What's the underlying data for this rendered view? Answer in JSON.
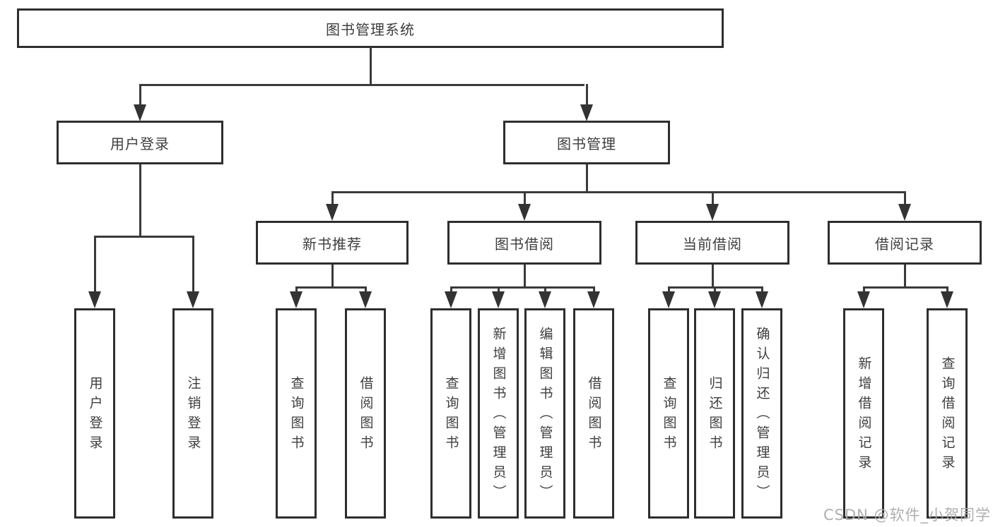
{
  "diagram": {
    "title": "图书管理系统",
    "tree": {
      "root": {
        "label": "图书管理系统"
      },
      "branches": [
        {
          "label": "用户登录",
          "children": [
            {
              "label": "用户登录"
            },
            {
              "label": "注销登录"
            }
          ]
        },
        {
          "label": "图书管理",
          "sections": [
            {
              "label": "新书推荐",
              "children": [
                {
                  "label": "查询图书"
                },
                {
                  "label": "借阅图书"
                }
              ]
            },
            {
              "label": "图书借阅",
              "children": [
                {
                  "label": "查询图书"
                },
                {
                  "label": "新增图书（管理员）"
                },
                {
                  "label": "编辑图书（管理员）"
                },
                {
                  "label": "借阅图书"
                }
              ]
            },
            {
              "label": "当前借阅",
              "children": [
                {
                  "label": "查询图书"
                },
                {
                  "label": "归还图书"
                },
                {
                  "label": "确认归还（管理员）"
                }
              ]
            },
            {
              "label": "借阅记录",
              "children": [
                {
                  "label": "新增借阅记录"
                },
                {
                  "label": "查询借阅记录"
                }
              ]
            }
          ]
        }
      ]
    },
    "watermark": "CSDN @软件_小贺同学",
    "colors": {
      "line": "#3a3a3a",
      "border": "#2e2e2e",
      "text": "#3e3e3e",
      "watermark": "#a8a8a8",
      "background": "#ffffff"
    }
  }
}
